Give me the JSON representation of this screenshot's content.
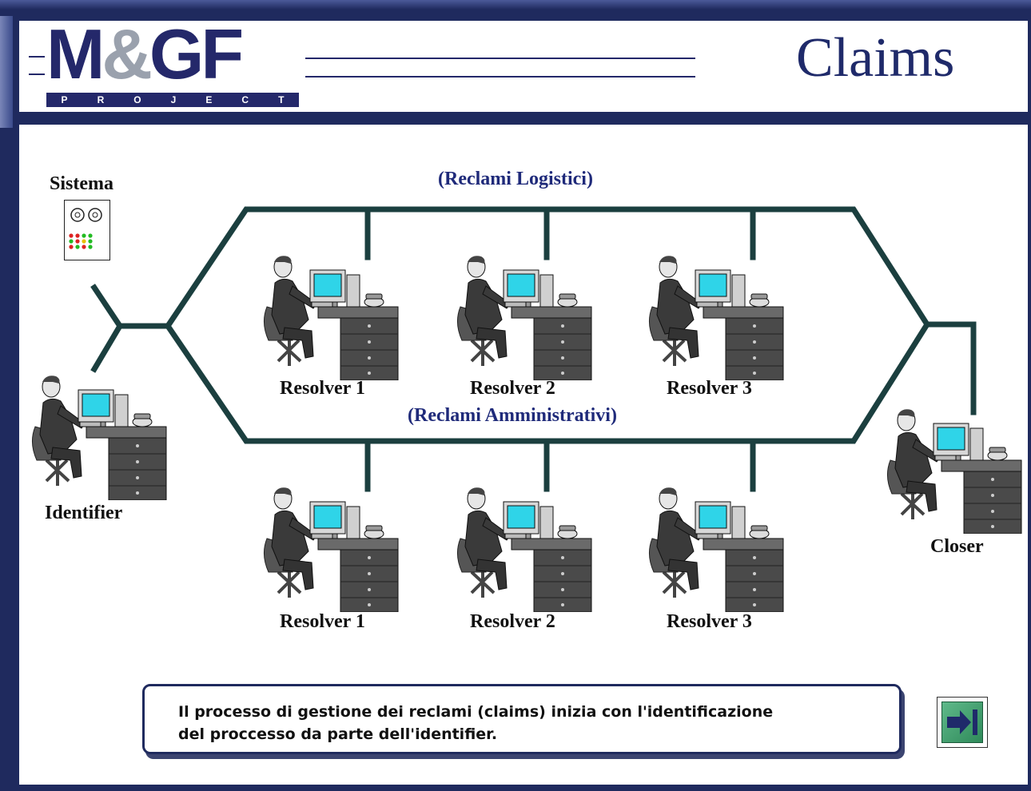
{
  "header": {
    "logo_main": "M&GF",
    "logo_sub": [
      "P",
      "R",
      "O",
      "J",
      "E",
      "C",
      "T"
    ],
    "title": "Claims"
  },
  "diagram": {
    "sistema_label": "Sistema",
    "top_branch_label": "(Reclami Logistici)",
    "bottom_branch_label": "(Reclami Amministrativi)",
    "identifier_label": "Identifier",
    "closer_label": "Closer",
    "top_resolvers": [
      "Resolver 1",
      "Resolver 2",
      "Resolver 3"
    ],
    "bottom_resolvers": [
      "Resolver 1",
      "Resolver 2",
      "Resolver 3"
    ]
  },
  "caption": {
    "line1": "Il processo di gestione dei reclami (claims) inizia con l'identificazione",
    "line2": "del proccesso da parte dell'identifier."
  },
  "navigation": {
    "next_icon": "next-arrow-icon"
  },
  "colors": {
    "frame": "#1f2a5e",
    "network_line": "#1b3f3f",
    "title_blue": "#1f2a6a"
  }
}
